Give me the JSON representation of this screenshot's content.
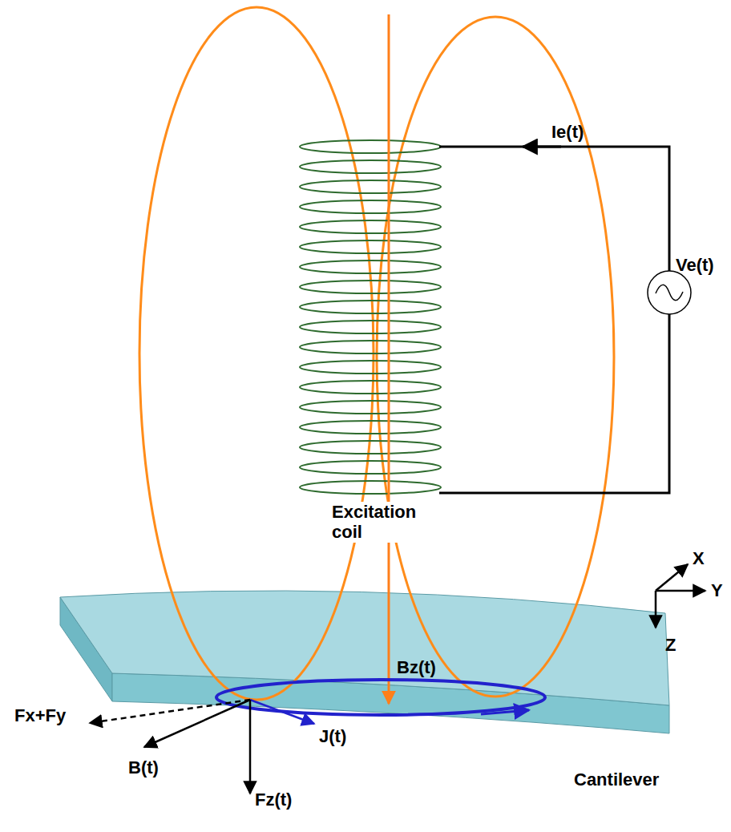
{
  "diagram": {
    "labels": [
      "Ie(t)",
      "Ve(t)",
      "Excitation coil",
      "X",
      "Y",
      "Z",
      "Bz(t)",
      "Fx+Fy",
      "J(t)",
      "B(t)",
      "Fz(t)",
      "Cantilever"
    ]
  }
}
